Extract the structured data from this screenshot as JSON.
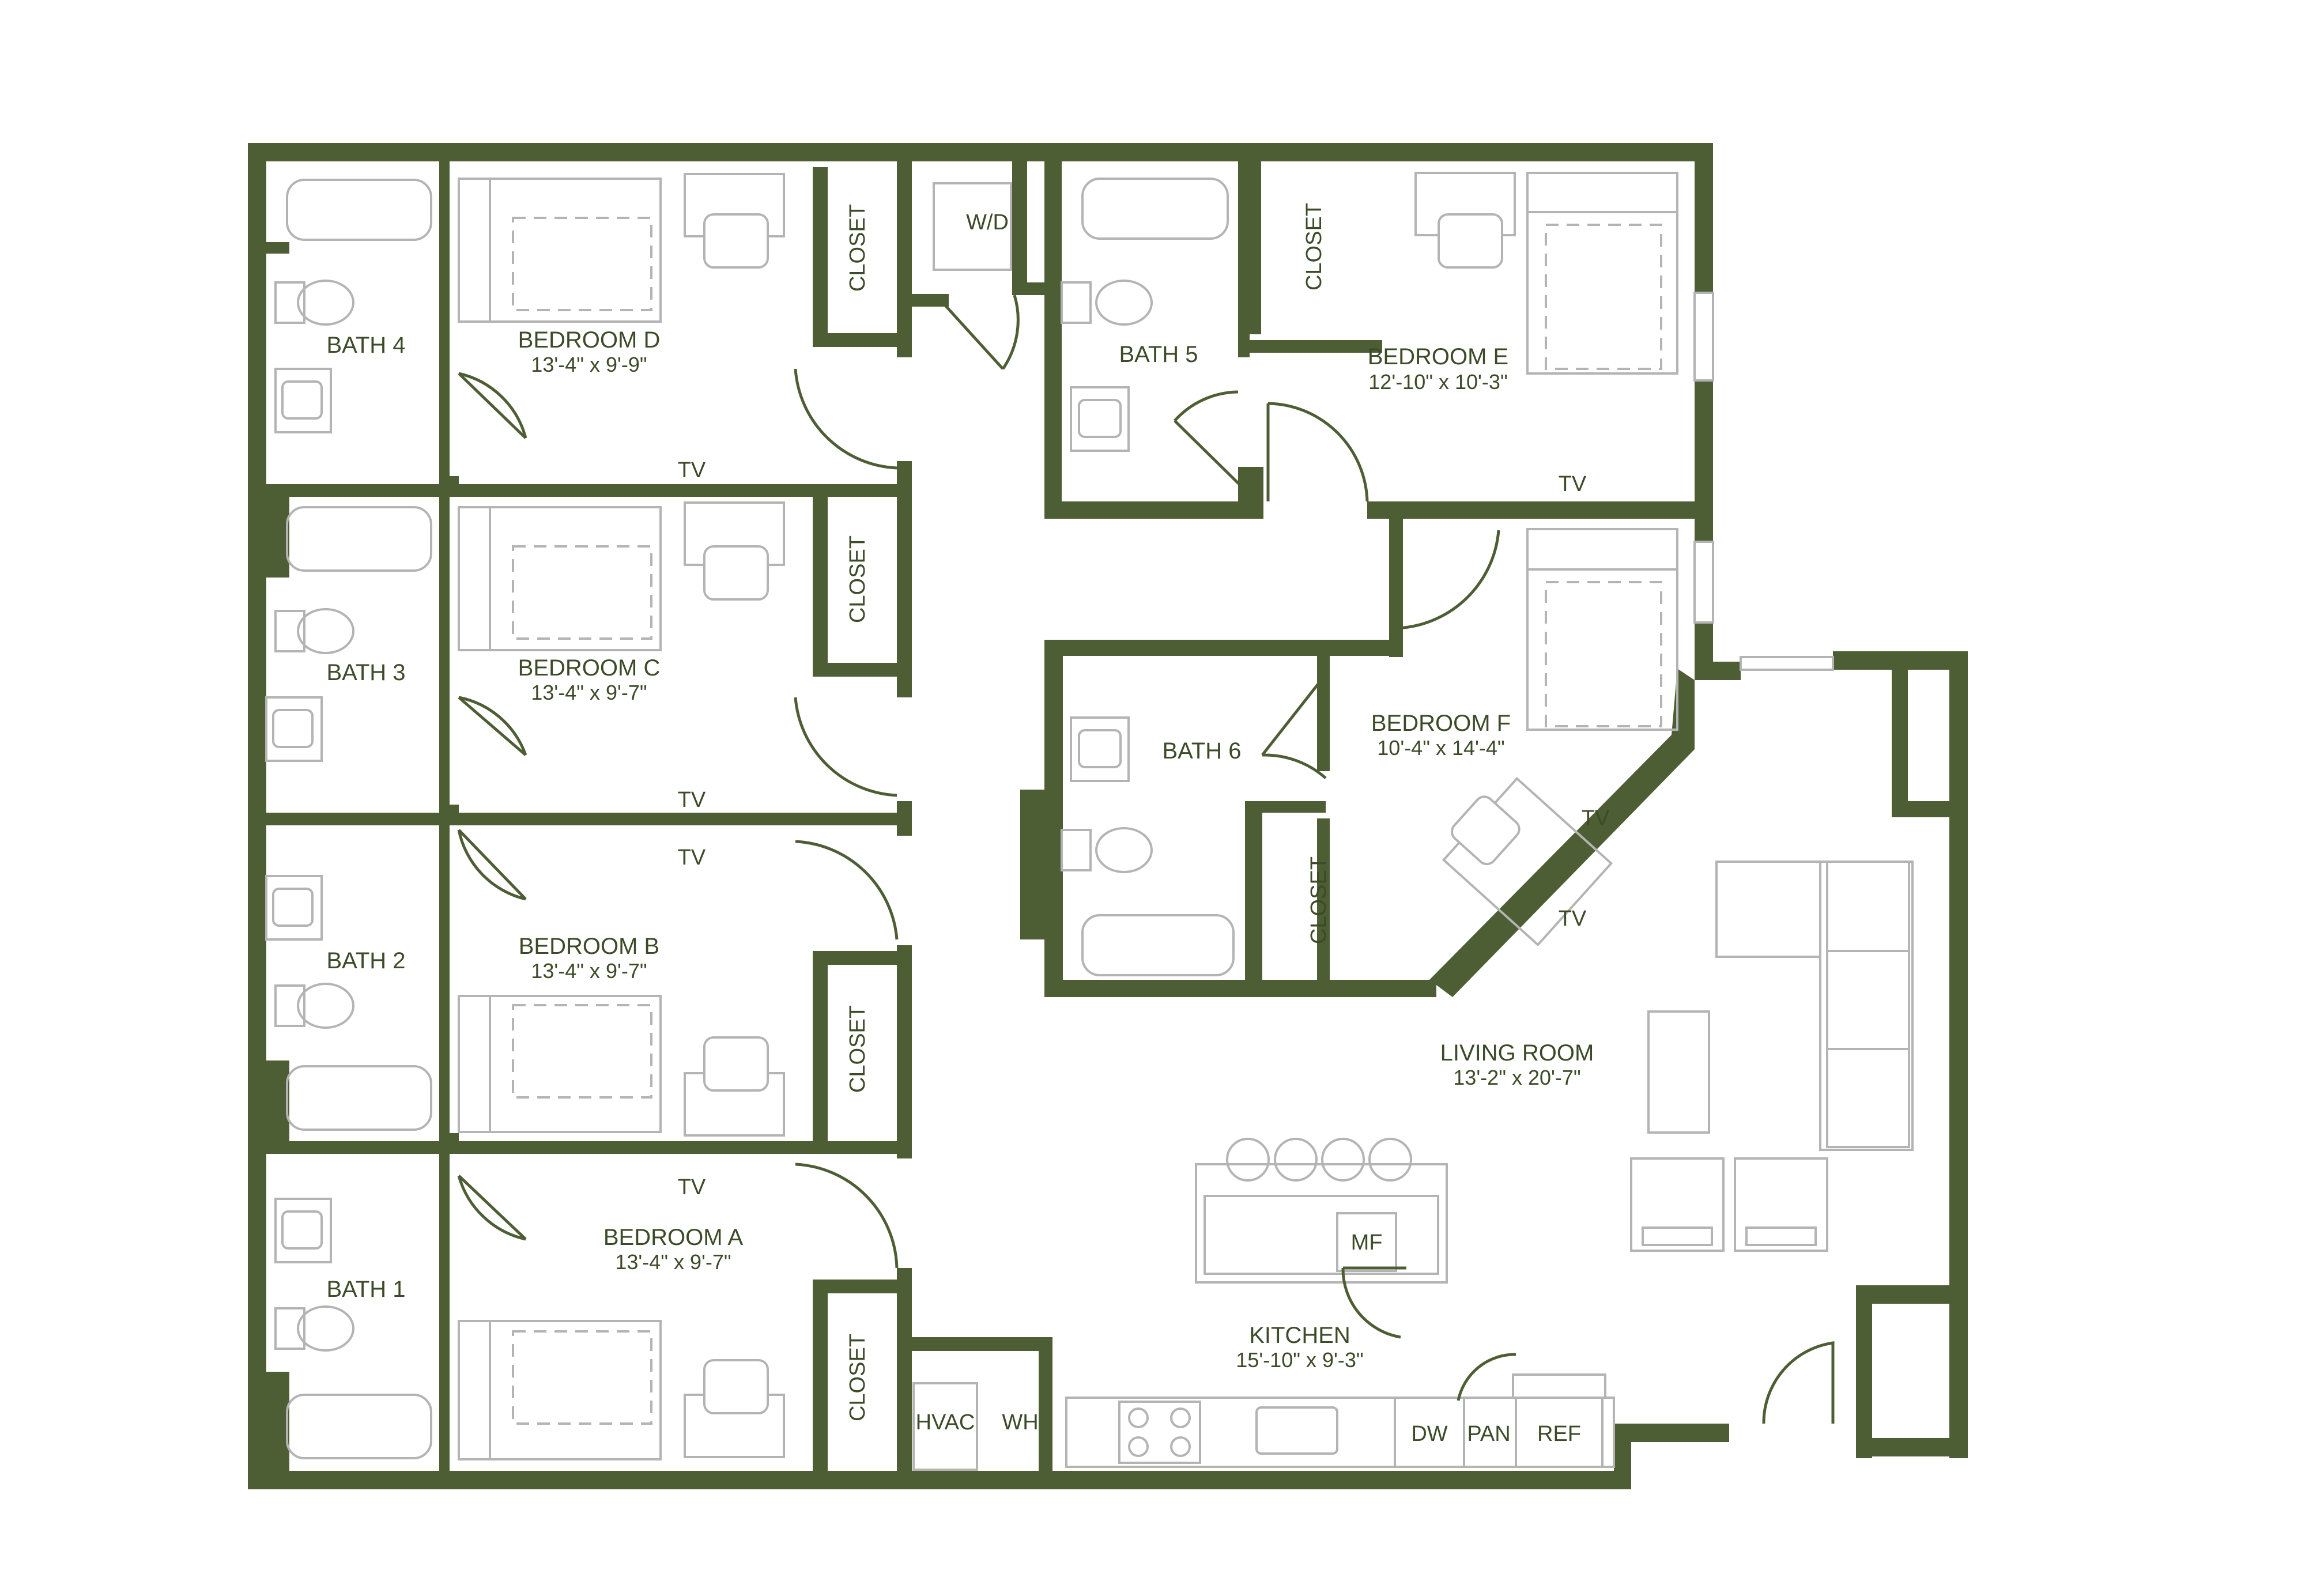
{
  "rooms": {
    "bedroom_a": {
      "name": "BEDROOM A",
      "dim": "13'-4\" x 9'-7\""
    },
    "bedroom_b": {
      "name": "BEDROOM B",
      "dim": "13'-4\" x 9'-7\""
    },
    "bedroom_c": {
      "name": "BEDROOM C",
      "dim": "13'-4\" x 9'-7\""
    },
    "bedroom_d": {
      "name": "BEDROOM D",
      "dim": "13'-4\" x 9'-9\""
    },
    "bedroom_e": {
      "name": "BEDROOM E",
      "dim": "12'-10\" x 10'-3\""
    },
    "bedroom_f": {
      "name": "BEDROOM F",
      "dim": "10'-4\" x 14'-4\""
    },
    "living_room": {
      "name": "LIVING ROOM",
      "dim": "13'-2\" x 20'-7\""
    },
    "kitchen": {
      "name": "KITCHEN",
      "dim": "15'-10\" x 9'-3\""
    }
  },
  "baths": [
    "BATH 1",
    "BATH 2",
    "BATH 3",
    "BATH 4",
    "BATH 5",
    "BATH 6"
  ],
  "closet_label": "CLOSET",
  "tv_label": "TV",
  "appliances": {
    "wd": "W/D",
    "hvac": "HVAC",
    "wh": "WH",
    "dw": "DW",
    "pan": "PAN",
    "ref": "REF",
    "mf": "MF"
  },
  "colors": {
    "wall": "#4d5e34",
    "text": "#3b4a27",
    "fixture": "#b4b4b4"
  }
}
